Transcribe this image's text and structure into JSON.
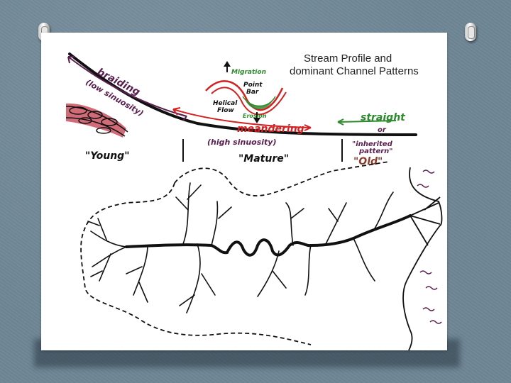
{
  "title": {
    "line1": "Stream Profile and",
    "line2": "dominant Channel Patterns"
  },
  "labels": {
    "braiding": "braiding",
    "low_sinuosity": "(low sinuosity)",
    "migration": "Migration",
    "point_bar": "Point",
    "point_bar_2": "Bar",
    "helical": "Helical",
    "flow": "Flow",
    "erosion": "Erosion",
    "meandering": "meandering",
    "high_sinuosity": "(high sinuosity)",
    "straight": "straight",
    "or": "or",
    "inherited": "\"inherited",
    "pattern": "pattern\"",
    "young": "\"Young\"",
    "mature": "\"Mature\"",
    "old": "\"Old\""
  },
  "colors": {
    "ink": "#111111",
    "red": "#d42020",
    "green": "#2e8a2e",
    "purple": "#5a1e4e",
    "brown": "#8a3a2a"
  }
}
